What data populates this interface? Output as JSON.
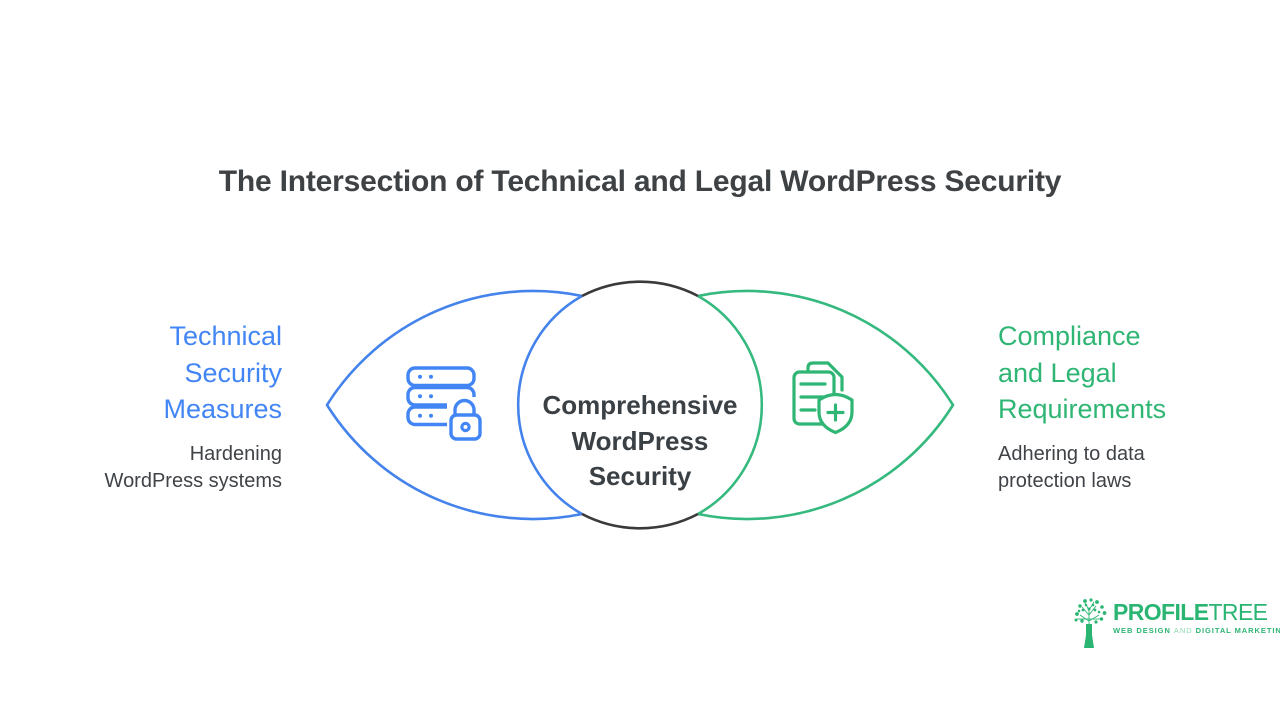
{
  "title": "The Intersection of Technical and Legal WordPress Security",
  "venn": {
    "left": {
      "heading": "Technical\nSecurity\nMeasures",
      "subtext": "Hardening\nWordPress systems",
      "icon": "server-lock-icon",
      "accent_color": "#4285f4"
    },
    "right": {
      "heading": "Compliance\nand Legal\nRequirements",
      "subtext": "Adhering to data\nprotection laws",
      "icon": "document-shield-plus-icon",
      "accent_color": "#2fb574"
    },
    "center": {
      "label": "Comprehensive\nWordPress\nSecurity",
      "circle_color": "#3a3a3a"
    }
  },
  "logo": {
    "icon": "profiletree-tree-icon",
    "brand_bold": "PROFILE",
    "brand_light": "TREE",
    "tagline_left": "WEB DESIGN",
    "tagline_and": "AND",
    "tagline_right": "DIGITAL MARKETING",
    "color": "#2bb573"
  },
  "colors": {
    "title_text": "#3e4245",
    "body_text": "#3f4347",
    "blue": "#4285f4",
    "green": "#2fb574",
    "dark_circle": "#3a3a3a",
    "background": "#ffffff"
  }
}
